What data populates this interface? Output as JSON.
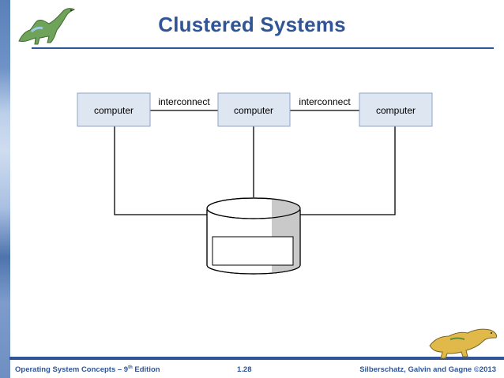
{
  "title": "Clustered Systems",
  "nodes": {
    "computer_1": "computer",
    "computer_2": "computer",
    "computer_3": "computer"
  },
  "links": {
    "interconnect_1": "interconnect",
    "interconnect_2": "interconnect"
  },
  "footer": {
    "course": "Operating System Concepts – 9",
    "course_sup": "th",
    "course_suffix": " Edition",
    "page": "1.28",
    "copyright": "Silberschatz, Galvin and Gagne ©2013"
  },
  "colors": {
    "accent": "#2f5597",
    "box_fill": "#dde6f1",
    "box_border": "#8ea6c8"
  }
}
